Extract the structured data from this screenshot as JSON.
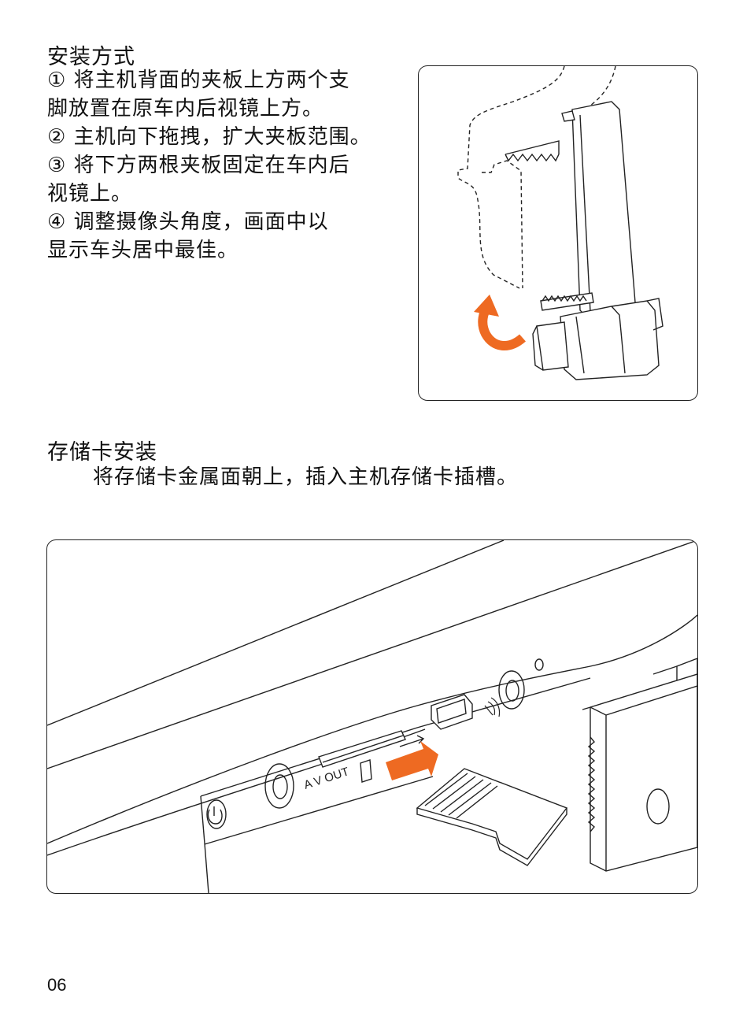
{
  "install": {
    "title": "安装方式",
    "lines": [
      "① 将主机背面的夹板上方两个支",
      "脚放置在原车内后视镜上方。",
      "② 主机向下拖拽，扩大夹板范围。",
      "③ 将下方两根夹板固定在车内后",
      "视镜上。",
      "④ 调整摄像头角度，画面中以",
      "显示车头居中最佳。"
    ]
  },
  "card": {
    "title": "存储卡安装",
    "text": "将存储卡金属面朝上，插入主机存储卡插槽。"
  },
  "figure2": {
    "av_label": "A V OUT"
  },
  "colors": {
    "accent": "#ee6a22",
    "line": "#222222"
  },
  "page_number": "06"
}
